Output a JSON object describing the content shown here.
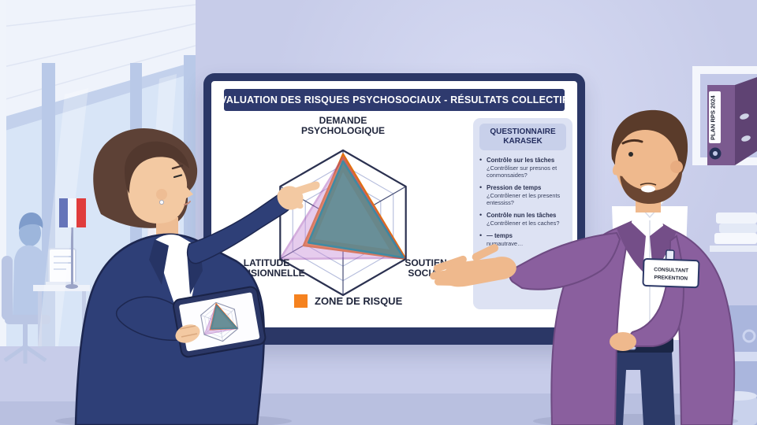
{
  "chart_data": {
    "type": "radar",
    "title": "ÉVALUATION DES RISQUES PSYCHOSOCIAUX - RÉSULTATS COLLECTIFS",
    "axes_count": 6,
    "axis_labels": [
      "DEMANDE\nPSYCHOLOGIQUE",
      "SOUTIEN\nSOCIAL",
      "LATITUDE\nDÉCISIONNELLE"
    ],
    "labeled_axes_index": [
      0,
      2,
      4
    ],
    "value_range": [
      0,
      1
    ],
    "grid_levels": [
      0.14,
      0.37,
      0.6,
      0.8,
      1
    ],
    "series": [
      {
        "name": "zone-de-risque-orange",
        "color": "#f5821f",
        "stroke": "#e2700e",
        "opacity": 1,
        "axes": [
          0,
          2,
          4
        ],
        "values": [
          0.95,
          1,
          0.63
        ]
      },
      {
        "name": "zone-de-risque-bord-clair",
        "color": "#f9cfa3",
        "stroke": "none",
        "opacity": 1,
        "axes": [
          0,
          2,
          4
        ],
        "values": [
          0.7,
          0.74,
          0.45
        ]
      },
      {
        "name": "polygone-violet",
        "color": "#c687d6",
        "stroke": "#9a3fb0",
        "opacity": 0.42,
        "axes": [
          0,
          2,
          4
        ],
        "values": [
          0.9,
          0.97,
          1
        ]
      },
      {
        "name": "polygone-turquoise",
        "color": "#4f8891",
        "stroke": "#1e8cae",
        "opacity": 0.82,
        "axes": [
          0,
          2,
          4
        ],
        "values": [
          0.85,
          0.96,
          0.55
        ]
      }
    ],
    "legend": [
      {
        "label": "ZONE DE RISQUE",
        "color": "#f5821f"
      }
    ]
  },
  "panel": {
    "title": "QUESTIONNAIRE\nKARASEK",
    "items": [
      {
        "heading": "Contrôle sur les tâches",
        "text": "¿Contrôliser sur presnos et conmonsaides?"
      },
      {
        "heading": "Pression de temps",
        "text": "¿Contrôlener et les presents entessiss?"
      },
      {
        "heading": "Contrôle nun les tâches",
        "text": "¿Contrôlener et les caches?"
      },
      {
        "heading": "— temps",
        "text": "numautrave…"
      }
    ]
  },
  "badge": {
    "line1": "CONSULTANT",
    "line2": "PREKENTION"
  },
  "binder": {
    "label": "PLAN RPS 2024"
  },
  "colors": {
    "accent_orange": "#f5821f",
    "board_navy": "#2b3766",
    "blazer_purple": "#8a5f9e",
    "blazer_navy": "#2e3f77",
    "wall": "#c7cce9"
  }
}
